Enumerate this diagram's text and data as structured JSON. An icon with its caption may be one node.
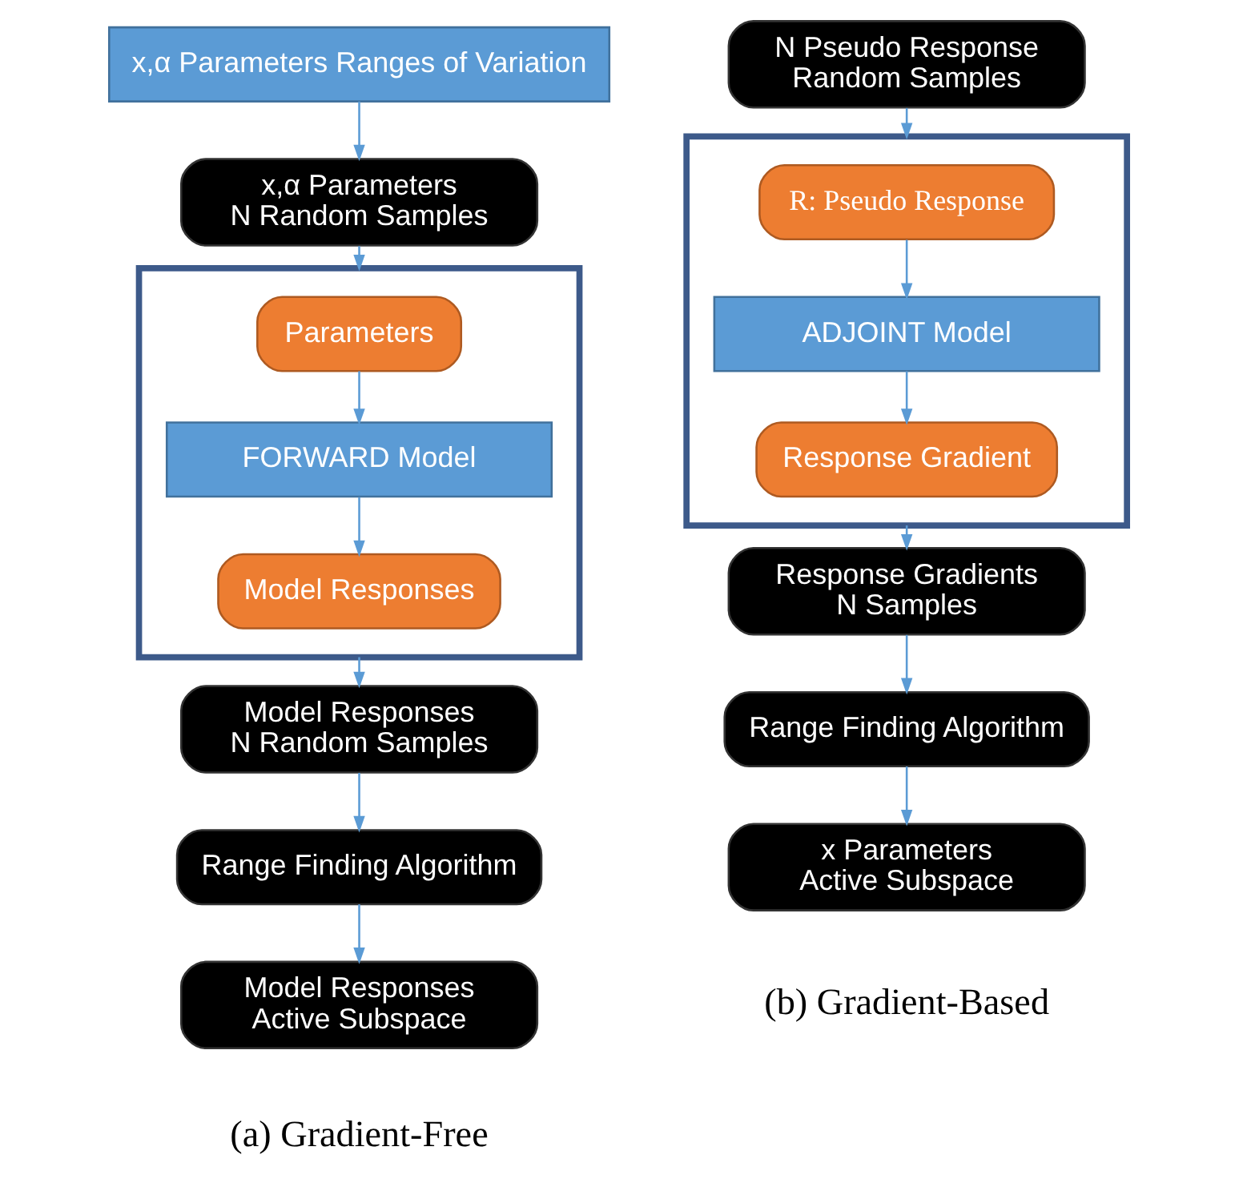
{
  "diagram": {
    "nodes": [
      {
        "text": [
          "x,α Parameters Ranges of Variation"
        ]
      },
      {
        "text": [
          "x,α Parameters N Random Samples"
        ]
      },
      {
        "text": [],
        "shape": "box"
      },
      {
        "text": [
          "Parameters"
        ],
        "in": 2
      },
      {
        "text": [
          "FORWARD Model"
        ],
        "in": 2
      },
      {
        "text": [
          "Model Responses"
        ],
        "in": 2
      },
      {
        "text": [
          "Model Responses N Random Samples"
        ]
      },
      {
        "text": [
          "Range Finding Algorithm"
        ]
      },
      {
        "text": [
          "Model Responses Active Subspace"
        ]
      },
      {
        "text": [
          "N Pseudo Response Random Samples"
        ]
      },
      {
        "text": [],
        "shape": "box"
      },
      {
        "text": [
          "R: Pseudo Response"
        ],
        "in": 10
      },
      {
        "text": [
          "ADJOINT Model"
        ],
        "in": 10
      },
      {
        "text": [
          "Response Gradient"
        ],
        "in": 10
      },
      {
        "text": [
          "Response Gradients N Samples"
        ]
      },
      {
        "text": [
          "Range Finding Algorithm"
        ]
      },
      {
        "text": [
          "x Parameters Active Subspace"
        ]
      }
    ],
    "edges": [
      {
        "from": 0,
        "to": 1,
        "arrow": "to"
      },
      {
        "from": 1,
        "to": 2,
        "arrow": "to"
      },
      {
        "from": 3,
        "to": 4,
        "arrow": "to"
      },
      {
        "from": 4,
        "to": 5,
        "arrow": "to"
      },
      {
        "from": 2,
        "to": 6,
        "arrow": "to"
      },
      {
        "from": 6,
        "to": 7,
        "arrow": "to"
      },
      {
        "from": 7,
        "to": 8,
        "arrow": "to"
      },
      {
        "from": 9,
        "to": 10,
        "arrow": "to"
      },
      {
        "from": 11,
        "to": 12,
        "arrow": "to"
      },
      {
        "from": 12,
        "to": 13,
        "arrow": "to"
      },
      {
        "from": 10,
        "to": 14,
        "arrow": "to"
      },
      {
        "from": 14,
        "to": 15,
        "arrow": "to"
      },
      {
        "from": 15,
        "to": 16,
        "arrow": "to"
      }
    ],
    "labels": [
      "(a) Gradient-Free",
      "(b) Gradient-Based"
    ]
  }
}
